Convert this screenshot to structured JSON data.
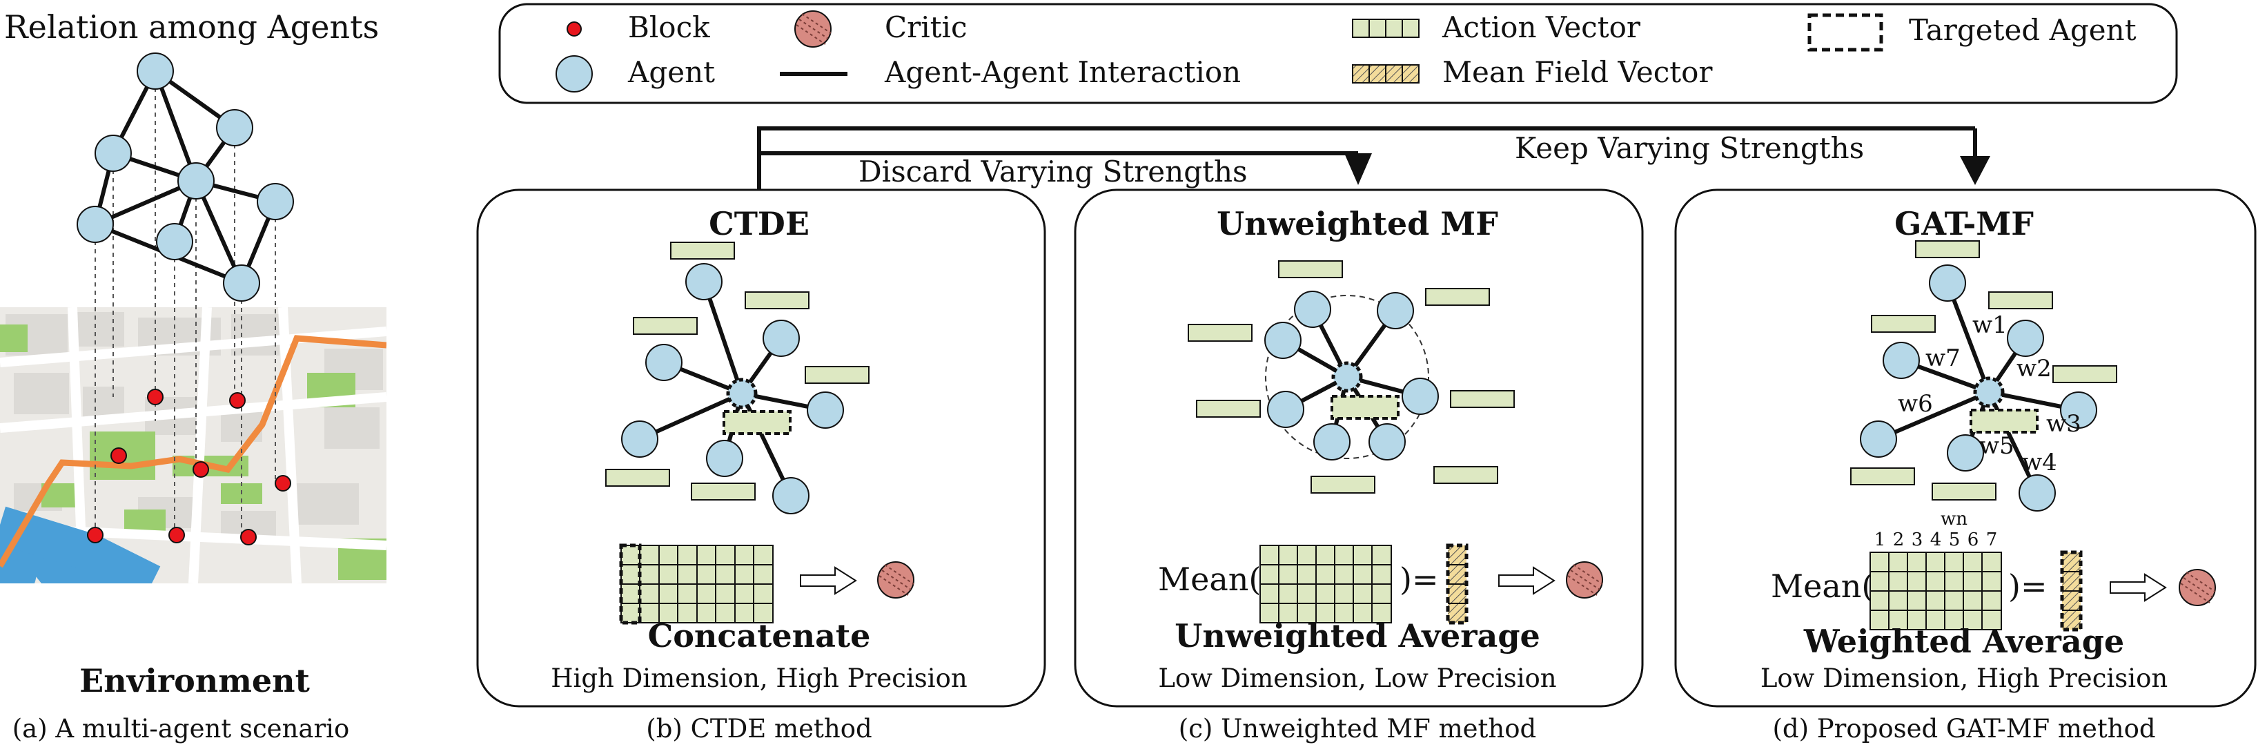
{
  "legend": {
    "block": "Block",
    "agent": "Agent",
    "critic": "Critic",
    "interaction": "Agent-Agent Interaction",
    "action_vector": "Action Vector",
    "mean_field_vector": "Mean Field Vector",
    "targeted_agent": "Targeted Agent"
  },
  "arrows": {
    "discard": "Discard Varying Strengths",
    "keep": "Keep Varying Strengths"
  },
  "panel_a": {
    "title": "Relation among Agents",
    "env_label": "Environment",
    "caption": "(a) A multi-agent scenario"
  },
  "panel_b": {
    "title": "CTDE",
    "op": "Concatenate",
    "desc": "High Dimension, High Precision",
    "caption": "(b) CTDE method"
  },
  "panel_c": {
    "title": "Unweighted MF",
    "mean_open": "Mean(",
    "mean_close": ")=",
    "op": "Unweighted Average",
    "desc": "Low Dimension, Low Precision",
    "caption": "(c) Unweighted MF method"
  },
  "panel_d": {
    "title": "GAT-MF",
    "weights": [
      "w1",
      "w2",
      "w3",
      "w4",
      "w5",
      "w6",
      "w7"
    ],
    "wn": "wn",
    "indices": [
      "1",
      "2",
      "3",
      "4",
      "5",
      "6",
      "7"
    ],
    "mean_open": "Mean(",
    "mean_close": ")=",
    "op": "Weighted Average",
    "desc": "Low Dimension, High Precision",
    "caption": "(d) Proposed GAT-MF method"
  },
  "colors": {
    "agent_fill": "#b6d8e8",
    "block_fill": "#e8161d",
    "critic_fill": "#d78a82",
    "action_fill": "#dde8c2",
    "mean_field_fill": "#f3dc9b",
    "road_orange": "#f08a3f",
    "river_blue": "#4a9fd8",
    "park_green": "#9bce6f",
    "map_bg": "#eceae6"
  }
}
